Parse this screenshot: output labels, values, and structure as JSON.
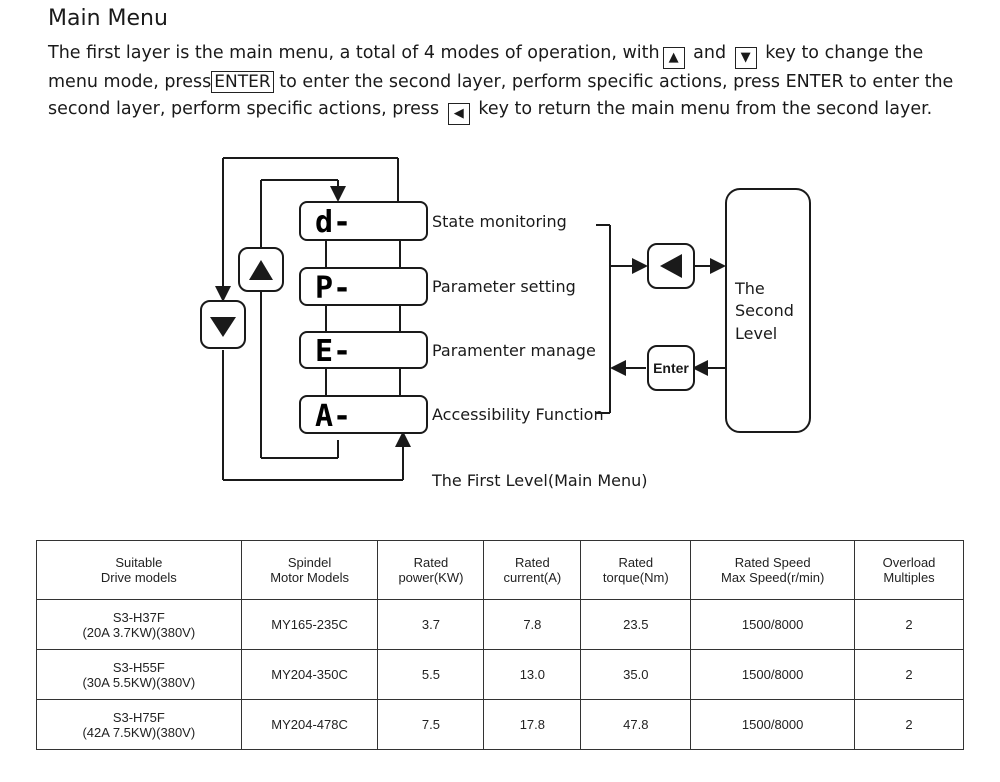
{
  "heading": "Main Menu",
  "intro": {
    "part1": "The first layer is the main menu, a total of 4 modes of operation, with",
    "and": "and",
    "part2": "key to change the menu mode, press",
    "enter_key": "ENTER",
    "part3": "to enter the second layer, perform specific actions, press ENTER to enter the second layer, perform specific actions, press",
    "part4": "key to return the main menu from the second layer."
  },
  "diagram": {
    "menus": [
      {
        "code": "d-",
        "label": "State monitoring"
      },
      {
        "code": "P-",
        "label": "Parameter setting"
      },
      {
        "code": "E-",
        "label": "Paramenter manage"
      },
      {
        "code": "A-",
        "label": "Accessibility Function"
      }
    ],
    "up_icon": "up-triangle-icon",
    "down_icon": "down-triangle-icon",
    "back_icon": "left-triangle-icon",
    "enter_key_label": "Enter",
    "second_level": [
      "The",
      "Second",
      "Level"
    ],
    "first_level_caption": "The First Level(Main Menu)"
  },
  "table": {
    "headers": [
      [
        "Suitable",
        "Drive models"
      ],
      [
        "Spindel",
        "Motor Models"
      ],
      [
        "Rated",
        "power(KW)"
      ],
      [
        "Rated",
        "current(A)"
      ],
      [
        "Rated",
        "torque(Nm)"
      ],
      [
        "Rated Speed",
        "Max Speed(r/min)"
      ],
      [
        "Overload",
        "Multiples"
      ]
    ],
    "rows": [
      {
        "drive": [
          "S3-H37F",
          "(20A  3.7KW)(380V)"
        ],
        "motor": "MY165-235C",
        "power": "3.7",
        "current": "7.8",
        "torque": "23.5",
        "speed": "1500/8000",
        "overload": "2"
      },
      {
        "drive": [
          "S3-H55F",
          "(30A  5.5KW)(380V)"
        ],
        "motor": "MY204-350C",
        "power": "5.5",
        "current": "13.0",
        "torque": "35.0",
        "speed": "1500/8000",
        "overload": "2"
      },
      {
        "drive": [
          "S3-H75F",
          "(42A  7.5KW)(380V)"
        ],
        "motor": "MY204-478C",
        "power": "7.5",
        "current": "17.8",
        "torque": "47.8",
        "speed": "1500/8000",
        "overload": "2"
      }
    ]
  }
}
